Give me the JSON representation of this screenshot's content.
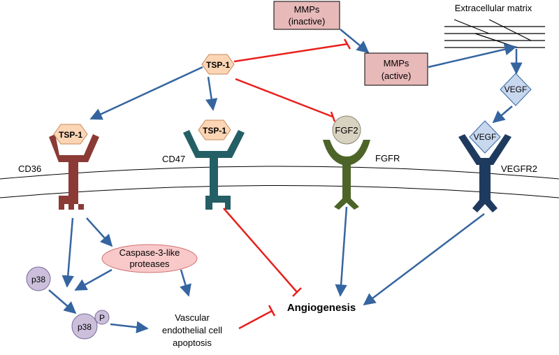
{
  "nodes": {
    "mmp_inactive": [
      "MMPs",
      "(inactive)"
    ],
    "mmp_active": [
      "MMPs",
      "(active)"
    ],
    "tsp1_center": "TSP-1",
    "tsp1_cd36": "TSP-1",
    "tsp1_cd47": "TSP-1",
    "fgf2": "FGF2",
    "ecm": "Extracellular matrix",
    "vegf_free": "VEGF",
    "vegf_bound": "VEGF",
    "caspase": [
      "Caspase-3-like",
      "proteases"
    ],
    "p38": "p38",
    "p38_phospho": "p38",
    "phospho": "P",
    "apoptosis": [
      "Vascular",
      "endothelial cell",
      "apoptosis"
    ],
    "angiogenesis": "Angiogenesis"
  },
  "receptors": {
    "cd36": "CD36",
    "cd47": "CD47",
    "fgfr": "FGFR",
    "vegfr2": "VEGFR2"
  },
  "colors": {
    "activation_arrow": "#3565a0",
    "inhibition_line": "#e8201d",
    "cd36": "#8b3a35",
    "cd47": "#245f66",
    "fgfr": "#4d6429",
    "vegfr2": "#1f3a5f",
    "mmp_fill": "#e8b9b9",
    "tsp1_fill": "#fcd5b4",
    "vegf_fill": "#c7d7ee",
    "fgf2_fill": "#d8d3c0",
    "caspase_fill": "#f9c9c9",
    "p38_fill": "#cbbfdc"
  }
}
